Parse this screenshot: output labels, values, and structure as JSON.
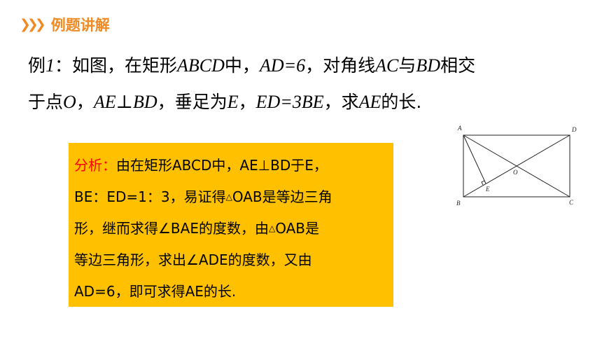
{
  "header": {
    "title": "例题讲解",
    "accent_color": "#f08a24"
  },
  "problem": {
    "line1": [
      "例",
      "1",
      "：如图，在矩形",
      "ABCD",
      "中，",
      "AD=6",
      "，对角线",
      "AC",
      "与",
      "BD",
      "相交"
    ],
    "line2": [
      "于点",
      "O",
      "，",
      "AE⊥BD",
      "，垂足为",
      "E",
      "，",
      "ED=3BE",
      "，求",
      "AE",
      "的长."
    ]
  },
  "analysis": {
    "label": "分析：",
    "line1": "由在矩形ABCD中，AE⊥BD于E，",
    "line2_a": "BE：ED=1：3，易证得",
    "line2_b": "OAB是等边三角",
    "line3_a": "形，继而求得∠BAE的度数，由",
    "line3_b": "OAB是",
    "line4": "等边三角形，求出∠ADE的度数，又由",
    "line5": "AD=6，即可求得AE的长.",
    "triangle_symbol": "△",
    "background_color": "#ffc000",
    "label_color": "#ff0000"
  },
  "figure": {
    "labels": {
      "A": "A",
      "B": "B",
      "C": "C",
      "D": "D",
      "O": "O",
      "E": "E"
    }
  }
}
